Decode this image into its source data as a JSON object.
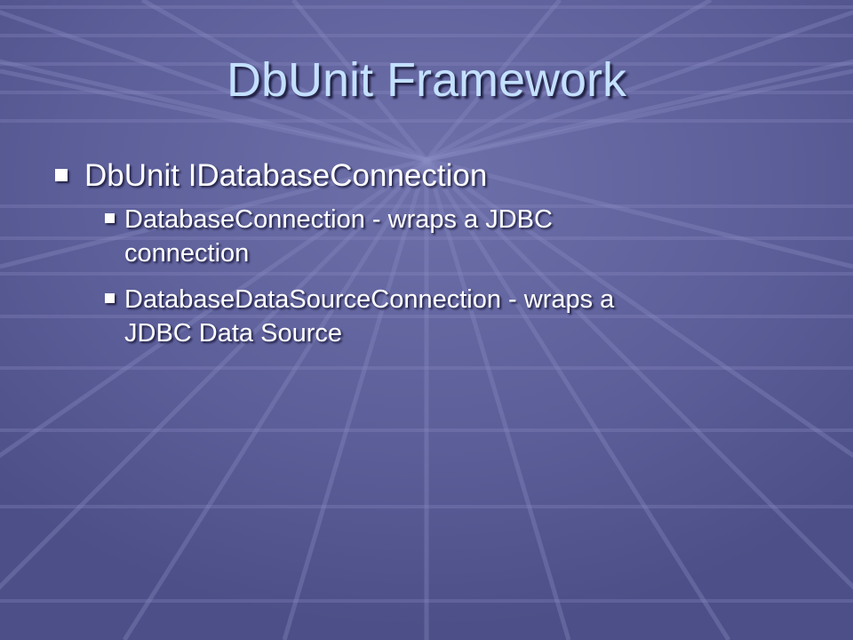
{
  "slide": {
    "title": "DbUnit Framework",
    "bullets": [
      {
        "text": "DbUnit IDatabaseConnection",
        "children": [
          {
            "line1": "DatabaseConnection - wraps a JDBC",
            "line2": "connection"
          },
          {
            "line1": "DatabaseDataSourceConnection - wraps a",
            "line2": "JDBC Data Source"
          }
        ]
      }
    ]
  },
  "colors": {
    "background": "#5b5d98",
    "title": "#c4e0ff",
    "text": "#ffffff",
    "grid": "#8a8cc2"
  },
  "icons": {
    "bullet": "square-bullet-icon"
  }
}
